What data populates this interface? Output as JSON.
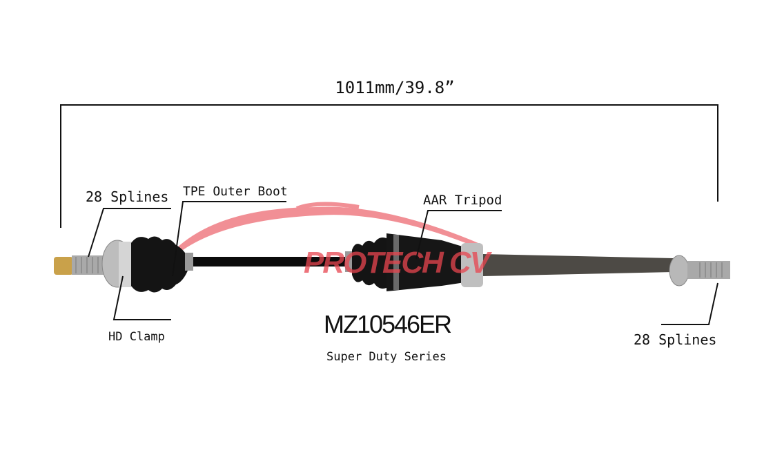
{
  "dimension": "1011mm/39.8”",
  "labels": {
    "left_splines": "28 Splines",
    "outer_boot": "TPE Outer Boot",
    "tripod": "AAR Tripod",
    "clamp": "HD Clamp",
    "right_splines": "28 Splines"
  },
  "part_number": "MZ10546ER",
  "series": "Super Duty Series",
  "watermark": "PROTECH CV",
  "colors": {
    "watermark": "#e8454f",
    "boot": "#111111",
    "steel": "#b9b9b9"
  }
}
